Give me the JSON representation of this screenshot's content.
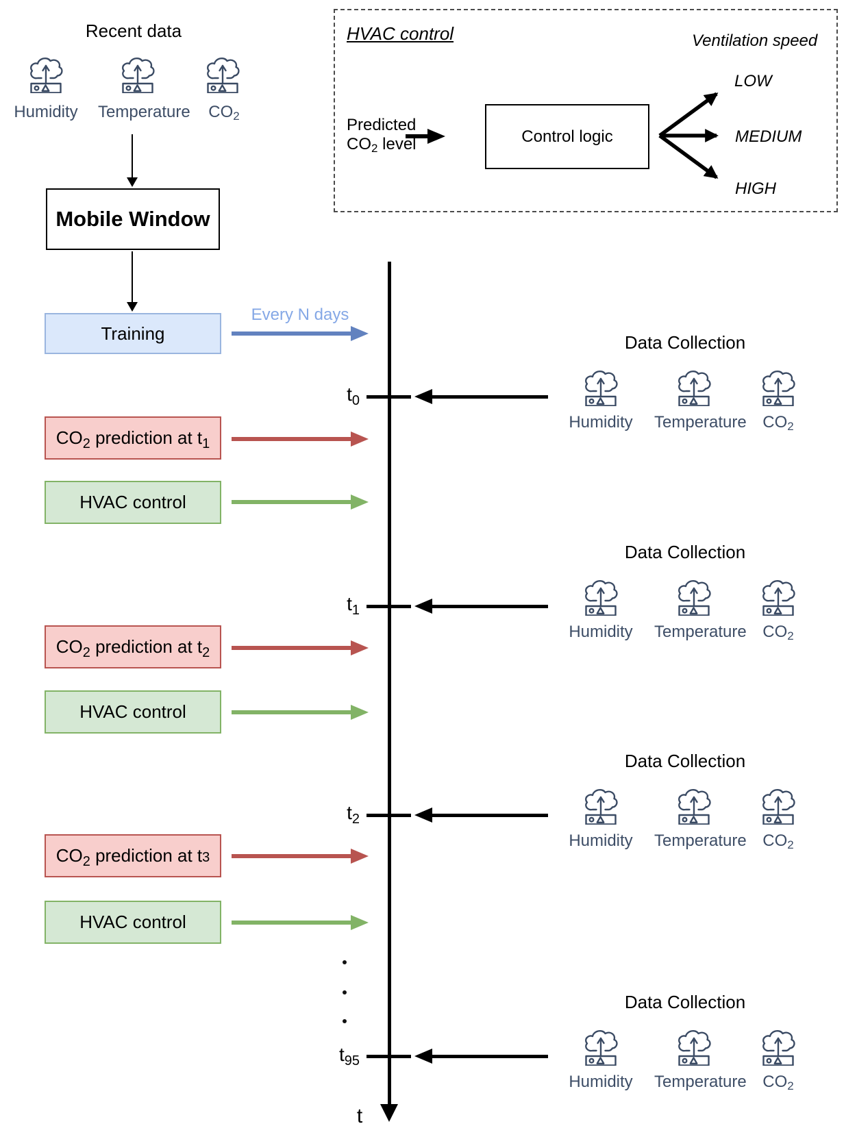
{
  "colors": {
    "blue_fill": "#dbe8fb",
    "blue_stroke": "#9ab5df",
    "blue_arrow": "#6282bf",
    "every_n_text": "#85a8e6",
    "red_fill": "#f8cecc",
    "red_stroke": "#b85450",
    "green_fill": "#d5e8d4",
    "green_stroke": "#82b366",
    "icon_stroke": "#3a4a63",
    "sensor_label": "#3d4d66"
  },
  "recent_data": {
    "title": "Recent data"
  },
  "sensors": [
    {
      "label": "Humidity"
    },
    {
      "label": "Temperature"
    },
    {
      "label_pre": "CO",
      "label_sub": "2"
    }
  ],
  "flow": {
    "mobile_window": "Mobile Window",
    "training": "Training",
    "every_n_days": "Every N days",
    "hvac_control": "HVAC control"
  },
  "hvac_panel": {
    "title": "HVAC control",
    "ventilation_label": "Ventilation speed",
    "input_line1": "Predicted",
    "input_line2_pre": "CO",
    "input_line2_sub": "2",
    "input_line2_post": " level",
    "logic_box": "Control logic",
    "outputs": [
      "LOW",
      "MEDIUM",
      "HIGH"
    ]
  },
  "predictions": [
    {
      "co": "CO",
      "co_sub": "2",
      "mid": " prediction at t",
      "t_sub": "1"
    },
    {
      "co": "CO",
      "co_sub": "2",
      "mid": " prediction at t",
      "t_sub": "2"
    },
    {
      "co": "CO",
      "co_sub": "2",
      "mid": " prediction at t",
      "t_sub": "3"
    }
  ],
  "data_collection": {
    "heading": "Data Collection"
  },
  "timeline": {
    "ticks": [
      {
        "main": "t",
        "sub": "0"
      },
      {
        "main": "t",
        "sub": "1"
      },
      {
        "main": "t",
        "sub": "2"
      },
      {
        "main": "t",
        "sub": "95"
      }
    ],
    "axis_label": "t"
  }
}
